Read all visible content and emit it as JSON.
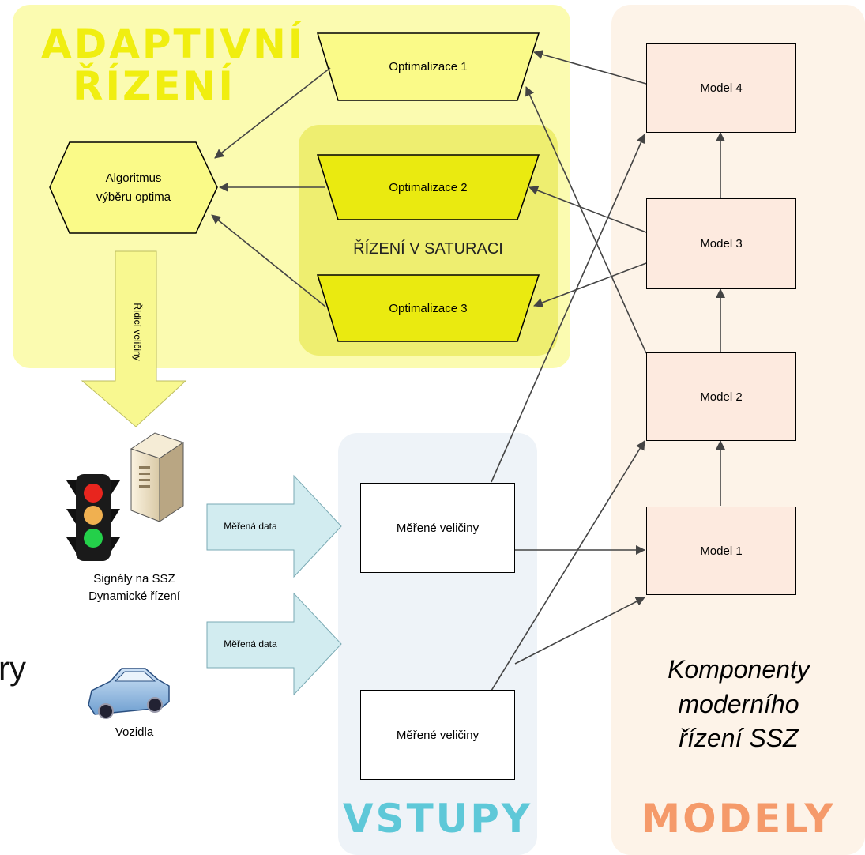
{
  "zones": {
    "adaptive_title": [
      "ADAPTIVNÍ",
      "ŘÍZENÍ"
    ],
    "saturation_label": "ŘÍZENÍ V SATURACI",
    "inputs_title": "VSTUPY",
    "models_title": "MODELY"
  },
  "optimizations": [
    "Optimalizace 1",
    "Optimalizace 2",
    "Optimalizace 3"
  ],
  "algorithm": [
    "Algoritmus",
    "výběru optima"
  ],
  "control_arrow_label": "Řídicí veličiny",
  "models": [
    "Model 4",
    "Model 3",
    "Model 2",
    "Model 1"
  ],
  "measured_inputs": [
    "Měřené veličiny",
    "Měřené veličiny"
  ],
  "data_arrow_labels": [
    "Měřená data",
    "Měřená data"
  ],
  "sources": {
    "signals": [
      "Signály na SSZ",
      "Dynamické řízení"
    ],
    "vehicles": "Vozidla"
  },
  "components_caption": [
    "Komponenty",
    "moderního",
    "řízení SSZ"
  ],
  "cut_off_text": "ry",
  "colors": {
    "adaptive_zone": "#fbfbb0",
    "saturation_zone": "#eeee70",
    "optimization_fill_1": "#fafa88",
    "optimization_fill_2": "#eaea10",
    "inputs_zone": "#eef3f8",
    "models_zone": "#fdf3e8",
    "model_fill": "#fdeadf",
    "adaptive_title": "#f0ee10",
    "inputs_title": "#5ec8d8",
    "models_title": "#f59a6a",
    "data_arrow": "#d2ecf0",
    "control_arrow": "#f8f890"
  }
}
